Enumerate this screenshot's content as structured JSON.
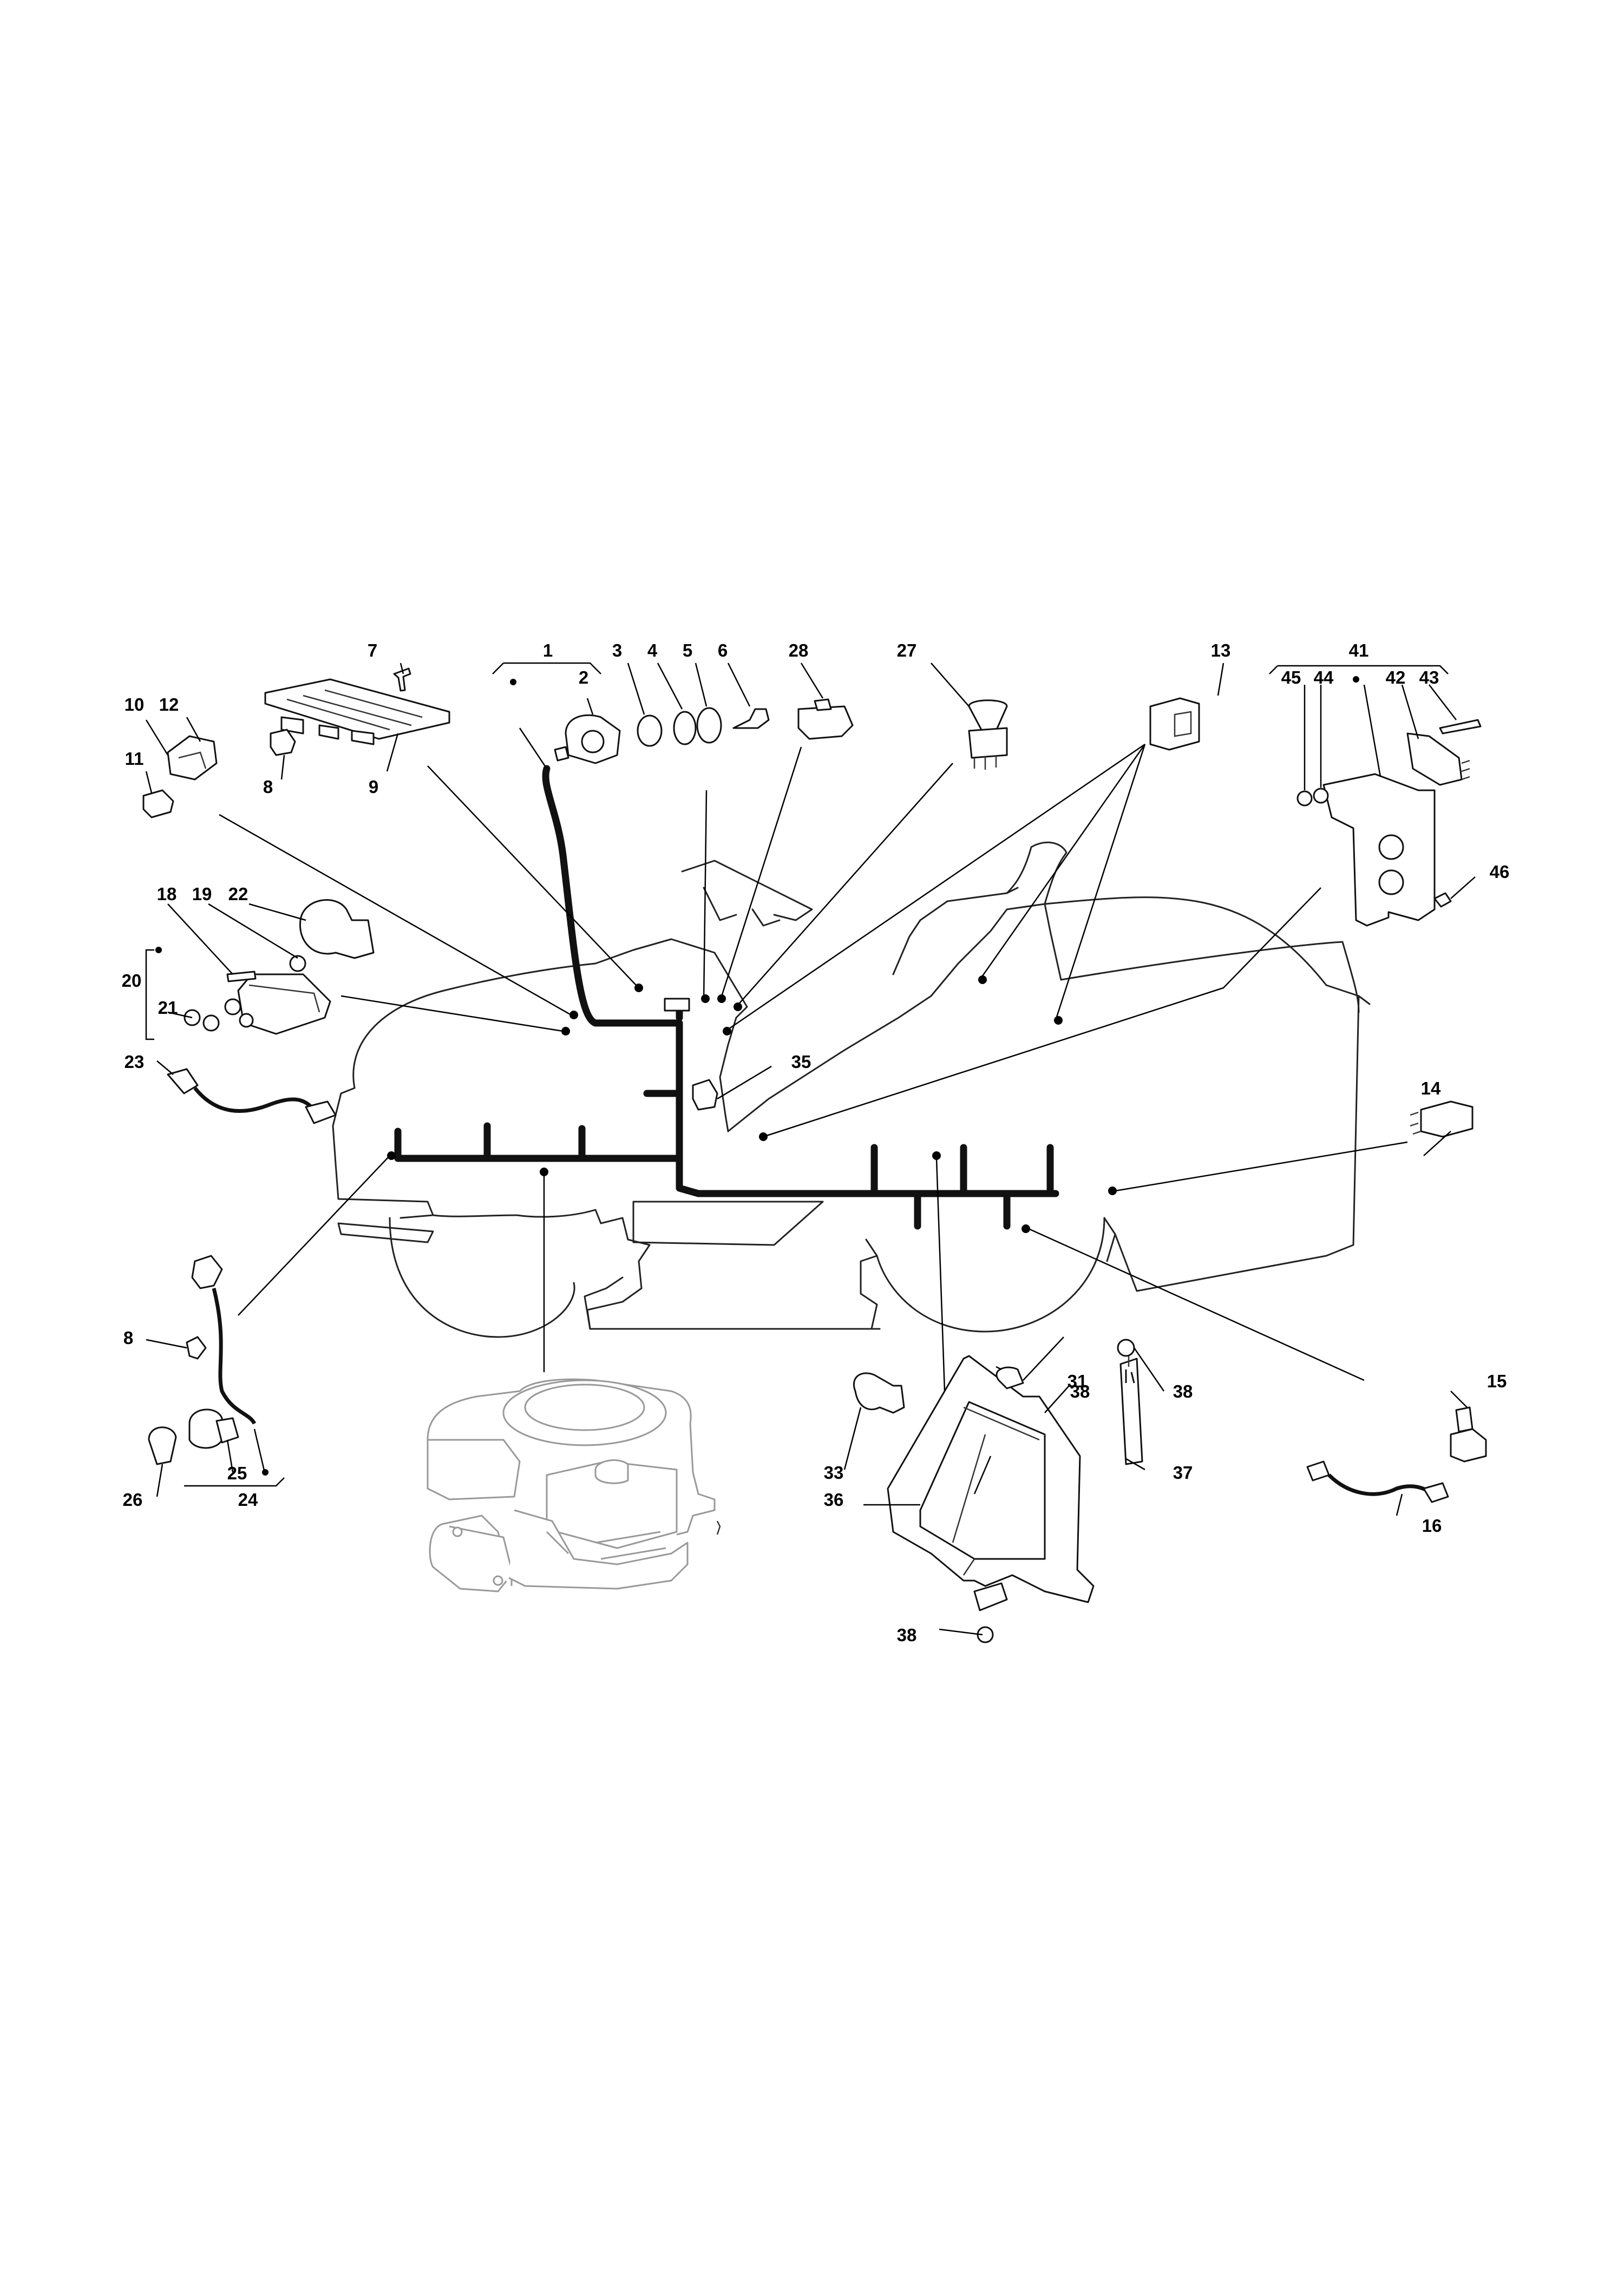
{
  "callouts": {
    "c1": "1",
    "c2": "2",
    "c3": "3",
    "c4": "4",
    "c5": "5",
    "c6": "6",
    "c7": "7",
    "c8a": "8",
    "c8b": "8",
    "c9": "9",
    "c10": "10",
    "c11": "11",
    "c12": "12",
    "c13": "13",
    "c14": "14",
    "c15": "15",
    "c16": "16",
    "c18": "18",
    "c19": "19",
    "c20": "20",
    "c21": "21",
    "c22": "22",
    "c23": "23",
    "c24": "24",
    "c25": "25",
    "c26": "26",
    "c27": "27",
    "c28": "28",
    "c31": "31",
    "c33": "33",
    "c35": "35",
    "c36": "36",
    "c37": "37",
    "c38a": "38",
    "c38b": "38",
    "c38c": "38",
    "c41": "41",
    "c42": "42",
    "c43": "43",
    "c44": "44",
    "c45": "45",
    "c46": "46"
  }
}
